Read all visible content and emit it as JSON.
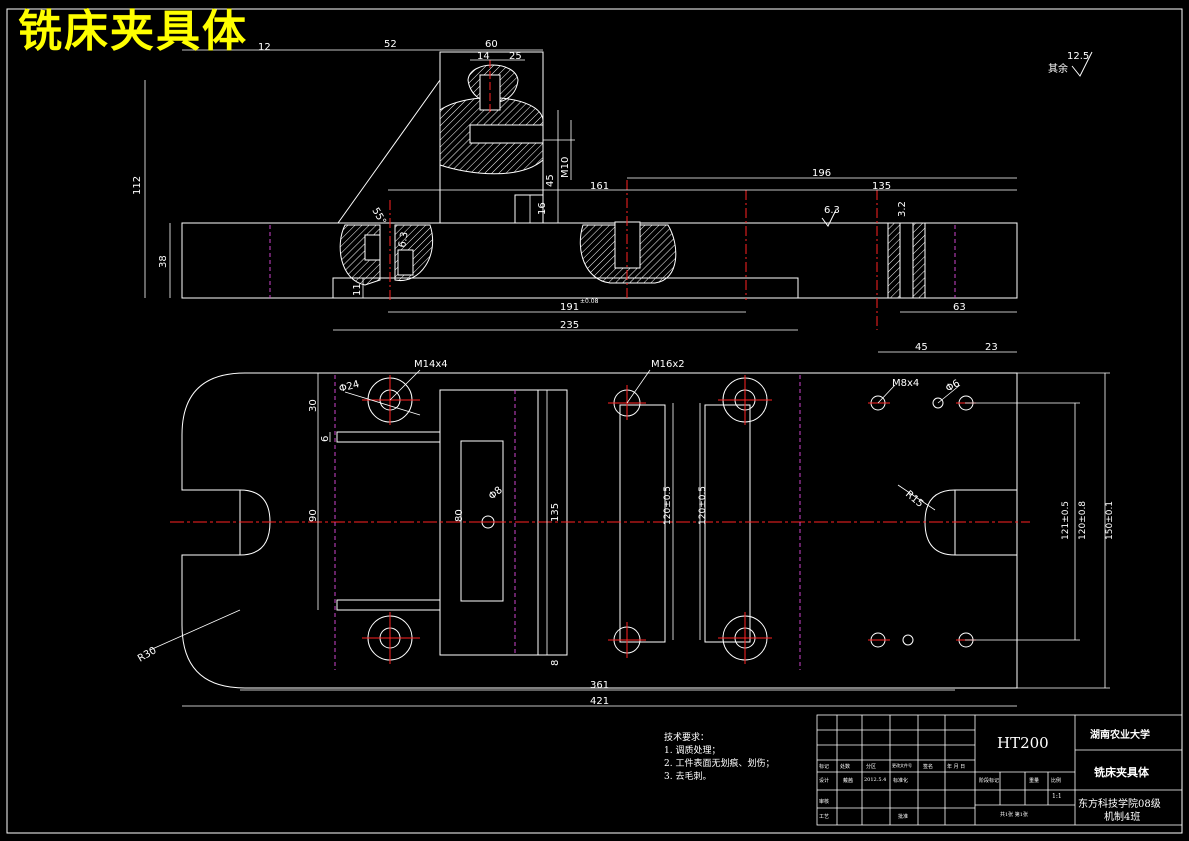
{
  "title": "铣床夹具体",
  "roughness": {
    "label": "其余",
    "value": "12.5"
  },
  "dims_top": {
    "d12": "12",
    "d52": "52",
    "d60": "60",
    "d14": "14",
    "d25": "25",
    "d112": "112",
    "d38": "38",
    "d45": "45",
    "d16": "16",
    "m10": "M10",
    "d55": "55°",
    "d161": "161",
    "d196": "196",
    "d135": "135",
    "d11": "11",
    "d191": "191",
    "d191tol": "±0.08",
    "d235": "235",
    "d63": "63",
    "r63a": "6.3",
    "r63b": "6.3",
    "r32": "3.2"
  },
  "dims_plan": {
    "m14": "M14x4",
    "phi24": "Φ24",
    "m16": "M16x2",
    "d45": "45",
    "d23": "23",
    "m8": "M8x4",
    "phi6": "Φ6",
    "d30": "30",
    "d6": "6",
    "d90": "90",
    "d80": "80",
    "phi8": "Φ8",
    "d135": "135",
    "d120a": "120±0.5",
    "d120b": "120±0.5",
    "r15": "R15",
    "d121": "121±0.5",
    "d120c": "120±0.8",
    "d150": "150±0.1",
    "r30": "R30",
    "d8": "8",
    "d361": "361",
    "d421": "421"
  },
  "notes": {
    "heading": "技术要求：",
    "items": [
      "1. 调质处理；",
      "2. 工件表面无划痕、划伤；",
      "3. 去毛刺。"
    ]
  },
  "title_block": {
    "material": "HT200",
    "school": "湖南农业大学",
    "part_name": "铣床夹具体",
    "dept": "东方科技学院08级",
    "class": "机制4班",
    "scale": "1:1",
    "labels": {
      "mark": "标记",
      "count": "处数",
      "zone": "分区",
      "doc": "更改文件号",
      "sign": "签名",
      "date": "年 月 日",
      "design": "设计",
      "designer": "戴茜",
      "design_date": "2012.5.4",
      "std": "标准化",
      "stage": "阶段标记",
      "weight": "重量",
      "ratio": "比例",
      "review": "审核",
      "process": "工艺",
      "approve": "批准",
      "sheets": "共1张 第1张"
    }
  },
  "colors": {
    "line": "#ffffff",
    "center": "#ff2222",
    "hidden": "#cc44cc",
    "title": "#ffff00"
  }
}
